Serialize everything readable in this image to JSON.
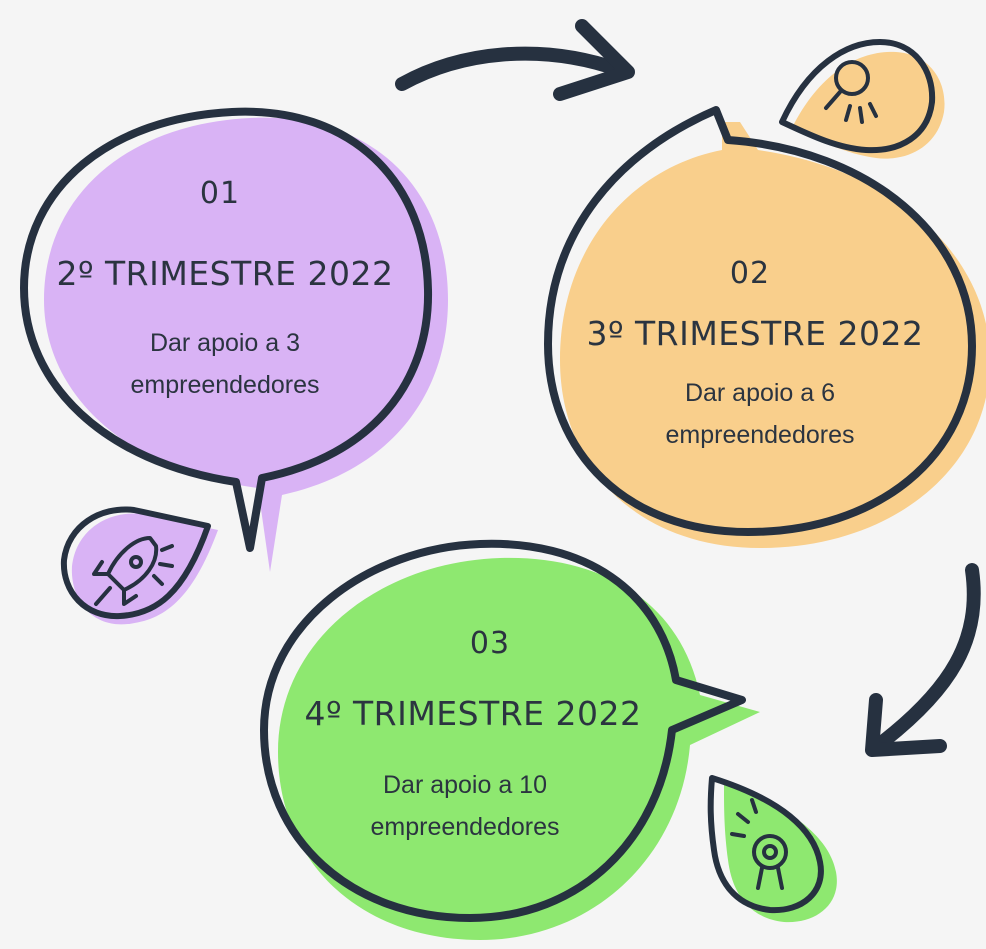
{
  "steps": [
    {
      "number": "01",
      "period": "2º TRIMESTRE 2022",
      "description_line1": "Dar apoio a 3",
      "description_line2": "empreendedores",
      "color": "#d9b3f5"
    },
    {
      "number": "02",
      "period": "3º TRIMESTRE 2022",
      "description_line1": "Dar apoio a 6",
      "description_line2": "empreendedores",
      "color": "#f9cf8c"
    },
    {
      "number": "03",
      "period": "4º TRIMESTRE 2022",
      "description_line1": "Dar apoio a  10",
      "description_line2": "empreendedores",
      "color": "#8ee870"
    }
  ],
  "icons": [
    "rocket-icon",
    "magnifier-icon",
    "target-icon"
  ],
  "outline_color": "#263140"
}
